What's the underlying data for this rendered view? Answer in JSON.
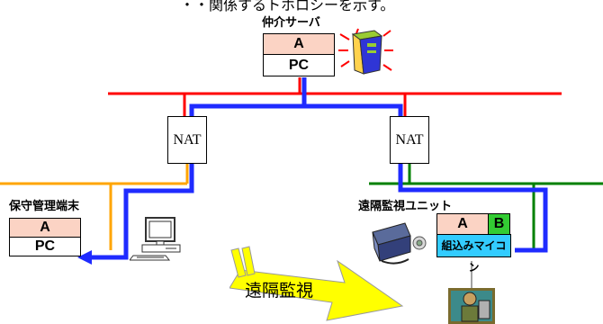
{
  "top_text": "・・関係するトホロシーを示す。",
  "mediation_server": {
    "label": "仲介サーバ",
    "app": "A",
    "hw": "PC"
  },
  "nat_left": "NAT",
  "nat_right": "NAT",
  "maintenance_terminal": {
    "label": "保守管理端末",
    "app": "A",
    "hw": "PC"
  },
  "remote_unit": {
    "label": "遠隔監視ユニット",
    "app": "A",
    "app2": "B",
    "hw": "組込みマイコン"
  },
  "arrow_label": "遠隔監視",
  "colors": {
    "red": "#ff0000",
    "orange": "#ffa500",
    "green": "#008000",
    "blue": "#1f2bff",
    "pink": "#fbd3c4",
    "cyan": "#33ccff",
    "lime": "#33cc33",
    "yellow": "#ffff00"
  }
}
